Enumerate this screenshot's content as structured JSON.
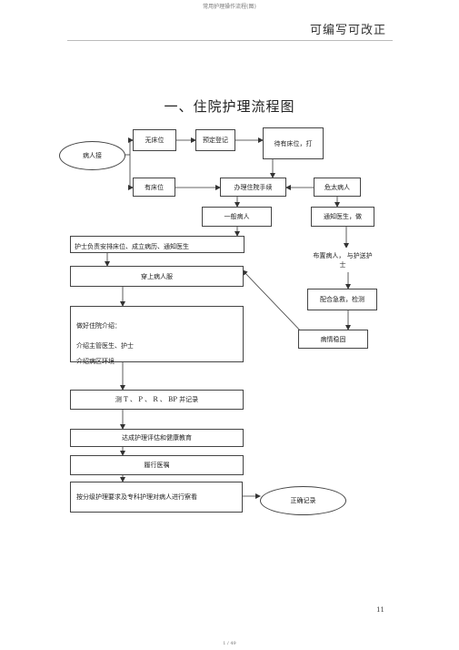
{
  "header": {
    "top_text": "常用护理操作流程(图)",
    "right_text": "可编写可改正"
  },
  "title": "一、住院护理流程图",
  "flow": {
    "admission": "病人接",
    "no_bed": "无床位",
    "reserve_register": "预定登记",
    "wait_bed": "待有床位，打",
    "has_bed": "有床位",
    "admission_procedure": "办理住院手续",
    "critical_patient": "危太病人",
    "general_patient": "一般病人",
    "notify_doctor": "通知医生，做",
    "nurse_arrange": "护士负责安排床位、成立病历、通知医生",
    "place_patient": "布置病人，  与护送护士",
    "wear_gown": "穿上病人服",
    "emergency_check": "配合急救，检测",
    "intro_lines": [
      "做好住院介绍：",
      "介绍主管医生、护士",
      "介绍病区环境"
    ],
    "condition_stable": "病情稳固",
    "measure_vitals": "测 T 、 P 、 R 、 BP 并记录",
    "nursing_assessment": "达成护理评估和健康教育",
    "execute_orders": "履行医嘱",
    "graded_care": "按分级护理要求及专科护理对病人进行察看",
    "correct_record": "正确记录"
  },
  "page_number": "11",
  "footer": "1 / 49"
}
